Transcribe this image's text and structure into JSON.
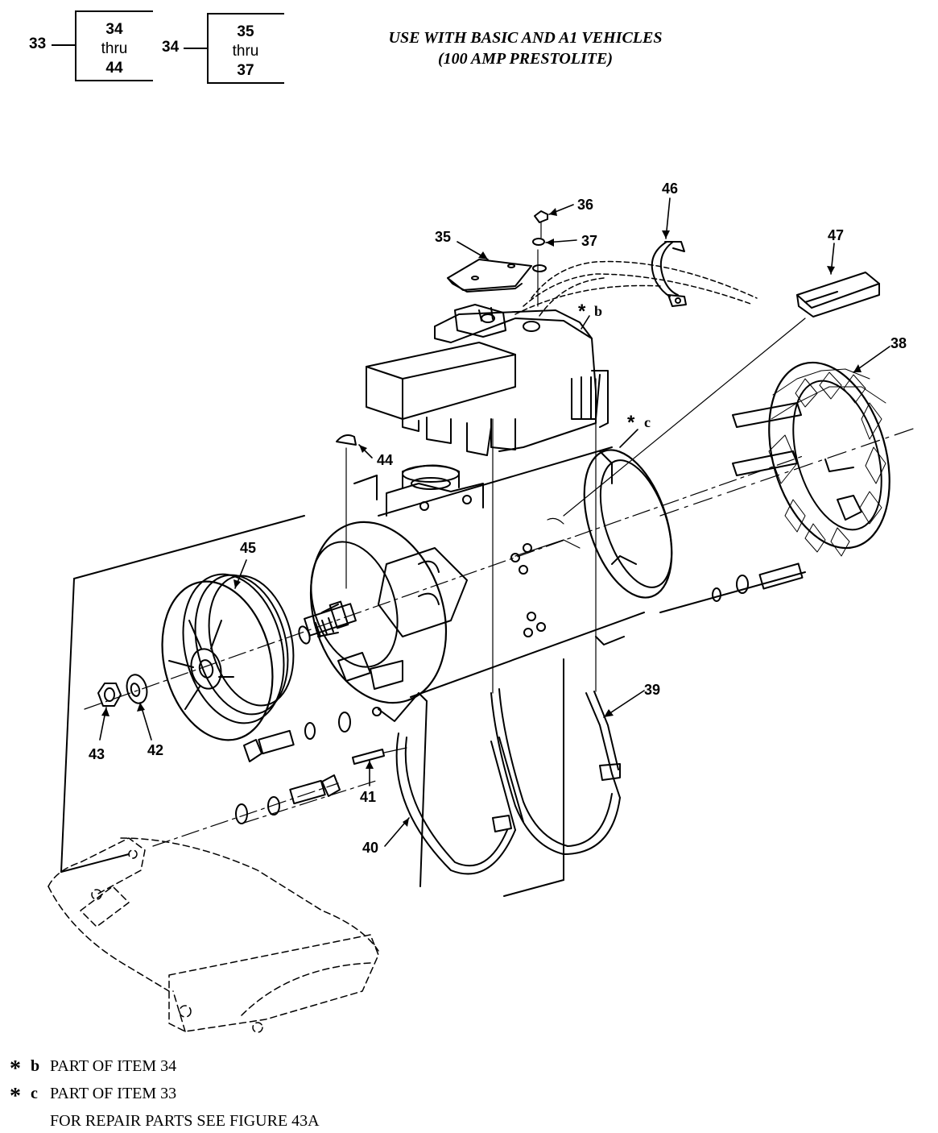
{
  "hierarchy": [
    {
      "parent": "33",
      "lines": [
        "34",
        "thru",
        "44"
      ]
    },
    {
      "parent": "34",
      "lines": [
        "35",
        "thru",
        "37"
      ]
    }
  ],
  "title": {
    "line1": "USE WITH BASIC AND A1 VEHICLES",
    "line2": "(100 AMP PRESTOLITE)"
  },
  "callouts": {
    "c35": "35",
    "c36": "36",
    "c37": "37",
    "c46": "46",
    "c47": "47",
    "c38": "38",
    "c39": "39",
    "c40": "40",
    "c41": "41",
    "c42": "42",
    "c43": "43",
    "c44": "44",
    "c45": "45",
    "cb": "b",
    "cc": "c"
  },
  "notes": [
    {
      "star": "*",
      "letter": "b",
      "text": "PART OF ITEM 34"
    },
    {
      "star": "*",
      "letter": "c",
      "text": "PART OF ITEM 33"
    }
  ],
  "notes_extra": "FOR REPAIR PARTS SEE FIGURE 43A"
}
